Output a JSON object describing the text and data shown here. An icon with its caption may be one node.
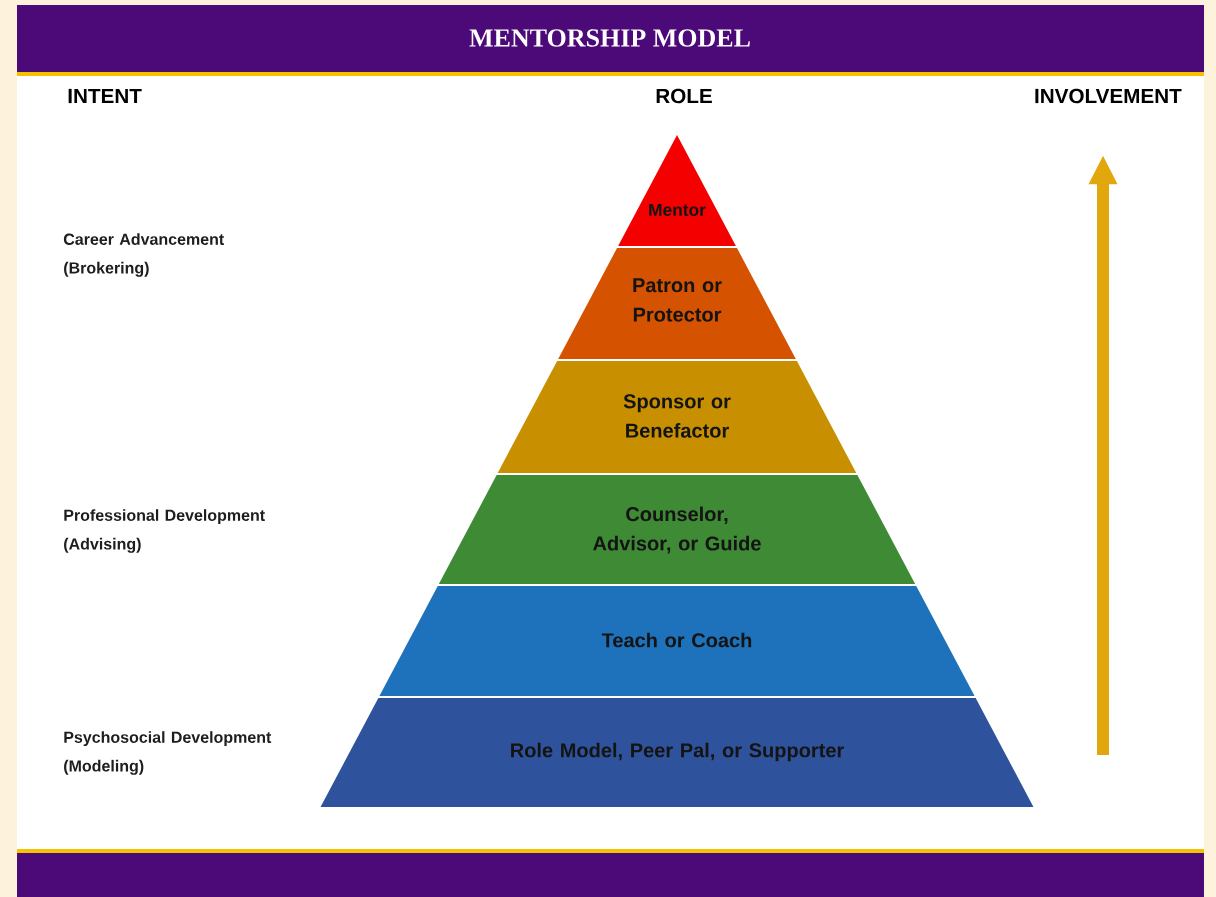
{
  "diagram": {
    "title": "MENTORSHIP MODEL",
    "nodes": [
      {
        "text": [
          "Mentor"
        ]
      },
      {
        "text": [
          "Patron or Protector"
        ]
      },
      {
        "text": [
          "Sponsor or Benefactor"
        ]
      },
      {
        "text": [
          "Counselor, Advisor, or Guide"
        ]
      },
      {
        "text": [
          "Teach or Coach"
        ]
      },
      {
        "text": [
          "Role Model, Peer Pal, or Supporter"
        ]
      }
    ],
    "labels": [
      "INTENT",
      "ROLE",
      "INVOLVEMENT",
      "Career Advancement (Brokering)",
      "Professional Development (Advising)",
      "Psychosocial Development (Modeling)"
    ]
  }
}
